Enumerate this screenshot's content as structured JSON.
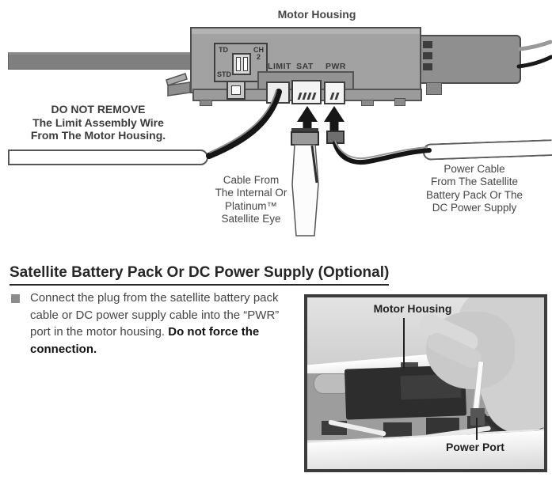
{
  "diagram": {
    "title": "Motor Housing",
    "switch": {
      "td": "TD",
      "std": "STD",
      "ch": "CH",
      "channel": "2"
    },
    "ports": {
      "limit": "LIMIT",
      "sat": "SAT",
      "pwr": "PWR"
    },
    "warning": {
      "lines": [
        "DO NOT REMOVE",
        "The Limit Assembly Wire",
        "From The Motor Housing."
      ]
    },
    "sat_cable_label": {
      "lines": [
        "Cable From",
        "The Internal Or",
        "Platinum™",
        "Satellite Eye"
      ]
    },
    "power_cable_label": {
      "lines": [
        "Power Cable",
        "From The Satellite",
        "Battery Pack Or The",
        "DC Power Supply"
      ]
    }
  },
  "section": {
    "heading": "Satellite Battery Pack Or DC Power Supply (Optional)",
    "bullet": {
      "normal": "Connect the plug from the satellite battery pack cable or DC power supply cable into the “PWR” port in the motor housing. ",
      "bold": "Do not force the connection."
    }
  },
  "photo": {
    "motor_housing_label": "Motor Housing",
    "power_port_label": "Power Port"
  },
  "colors": {
    "housing_gray": "#a2a2a2",
    "cable_black": "#151515",
    "frame_dark": "#3c3c3c",
    "text_dark": "#262626"
  }
}
